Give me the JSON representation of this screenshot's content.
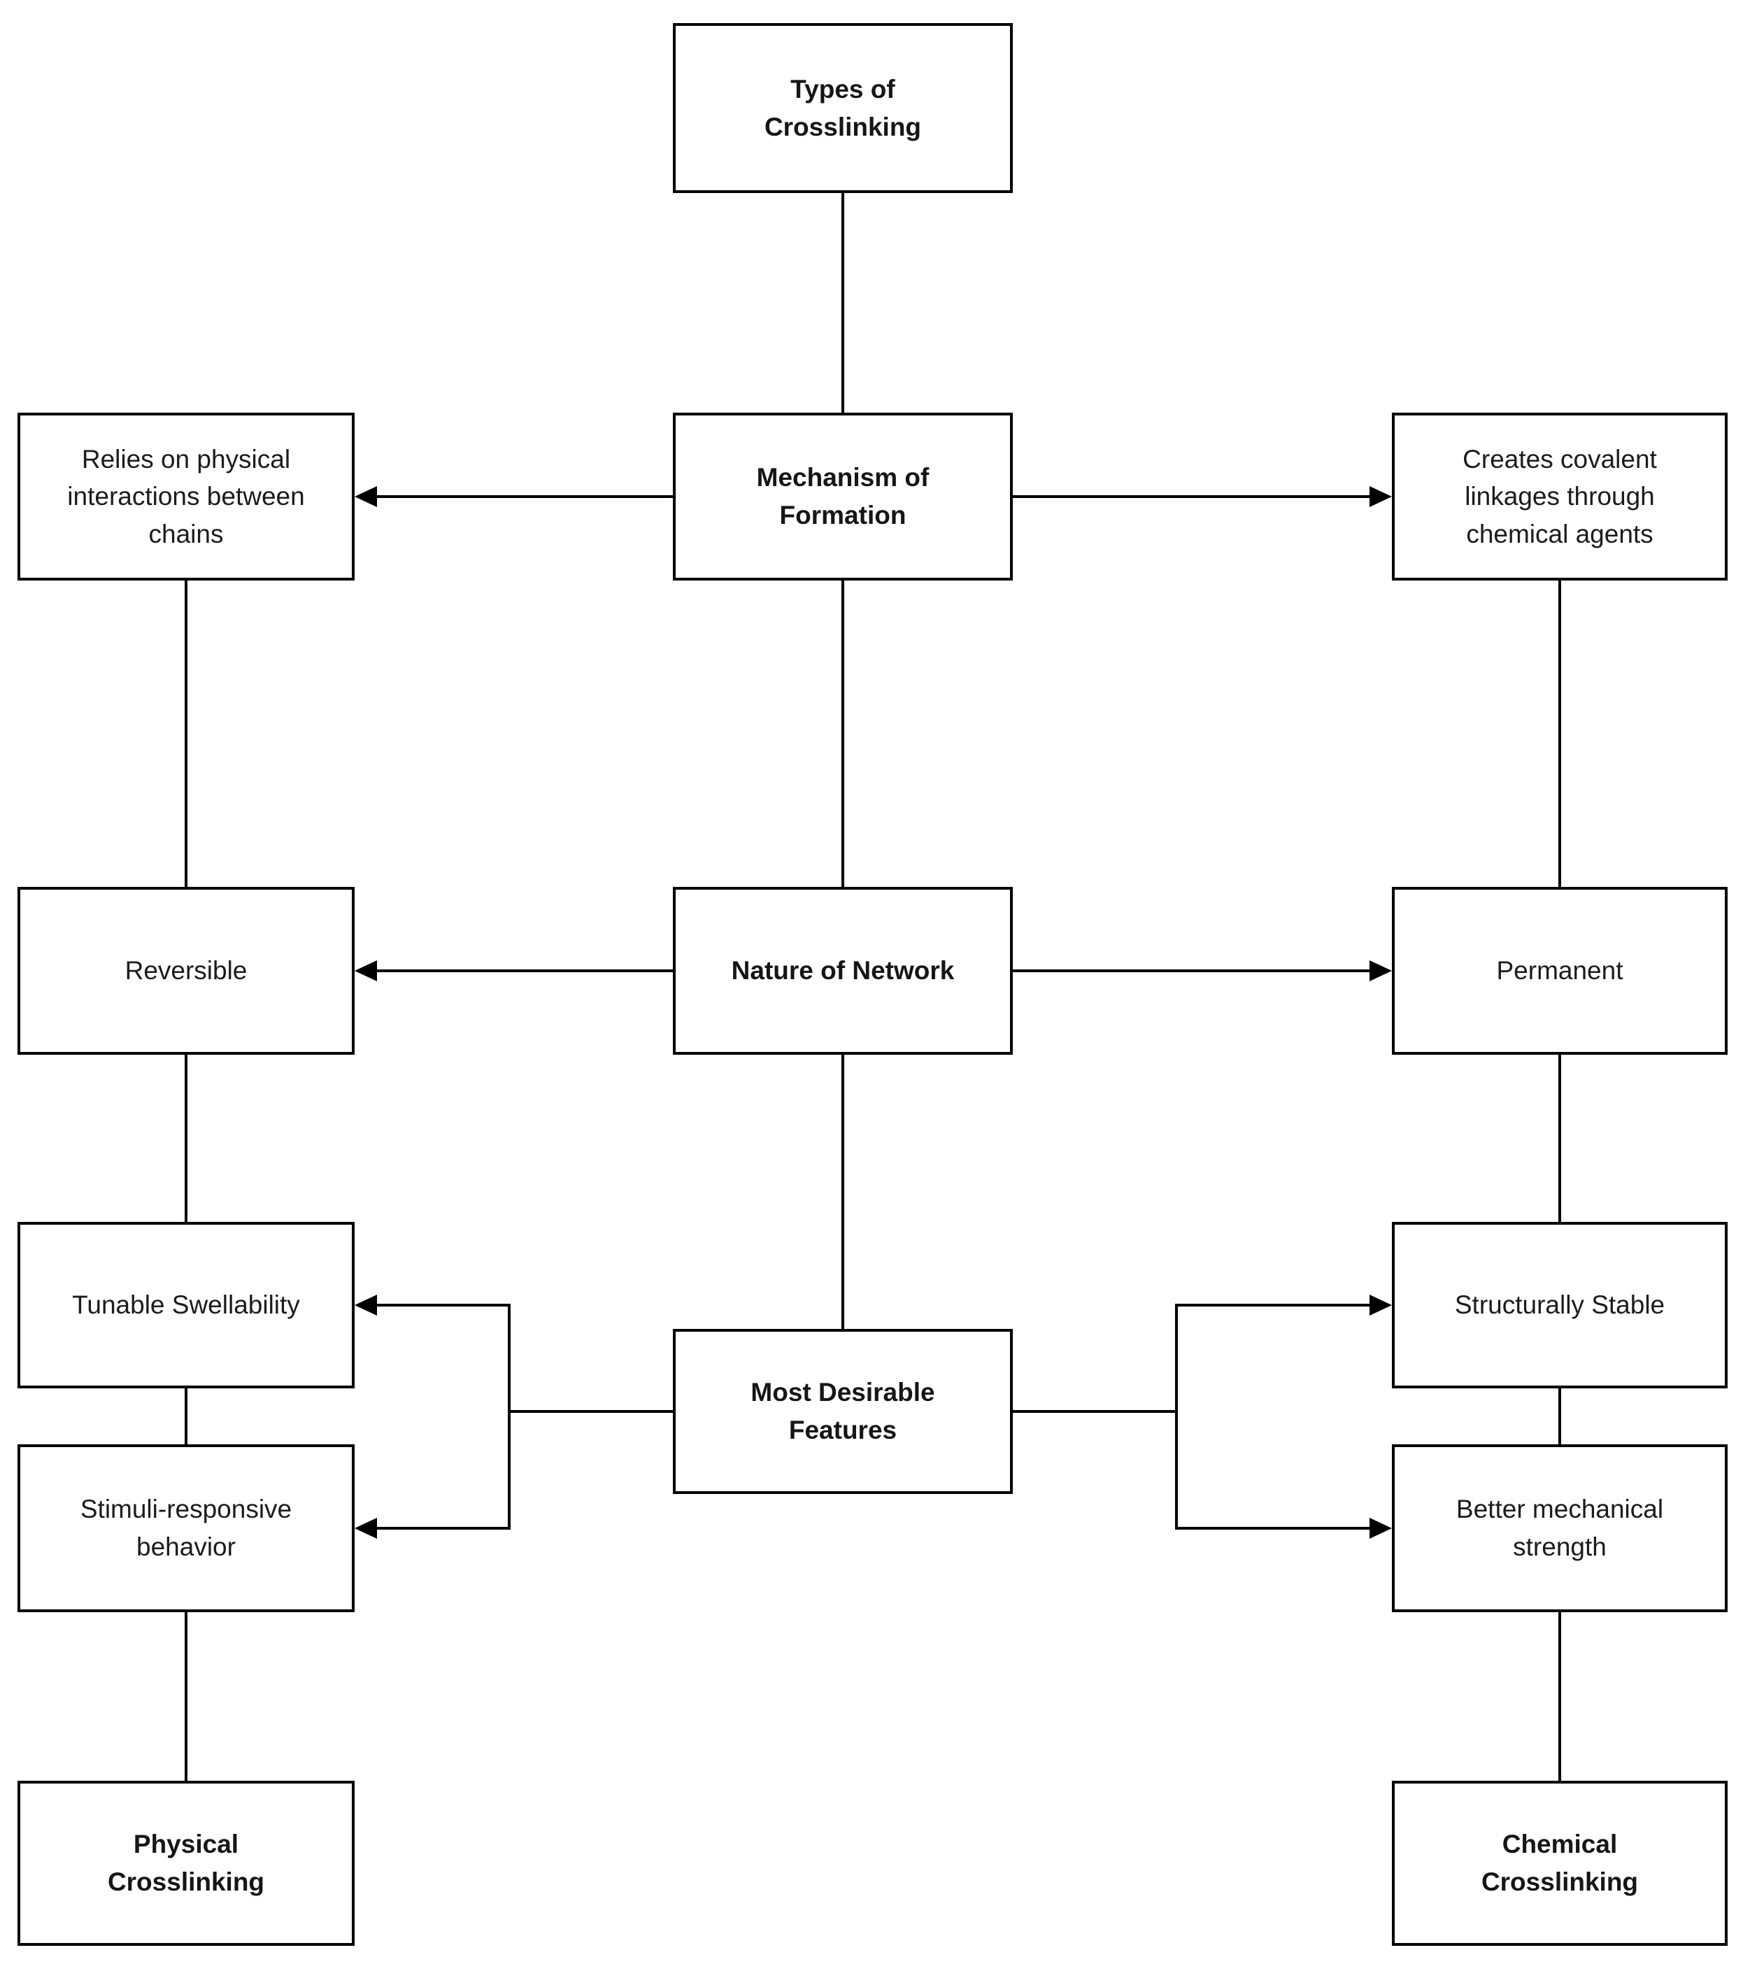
{
  "diagram": {
    "type": "flowchart",
    "background": "#ffffff",
    "line_color": "#000000",
    "text_color": "#1c1c1c"
  },
  "nodes": {
    "types": {
      "label": "Types of\nCrosslinking",
      "emphasis": "bold"
    },
    "mechanism": {
      "label": "Mechanism of\nFormation",
      "emphasis": "bold"
    },
    "relies": {
      "label": "Relies on physical\ninteractions between\nchains",
      "emphasis": "regular"
    },
    "creates": {
      "label": "Creates covalent\nlinkages through\nchemical agents",
      "emphasis": "regular"
    },
    "nature": {
      "label": "Nature of Network",
      "emphasis": "bold"
    },
    "reversible": {
      "label": "Reversible",
      "emphasis": "regular"
    },
    "permanent": {
      "label": "Permanent",
      "emphasis": "regular"
    },
    "mdf": {
      "label": "Most Desirable\nFeatures",
      "emphasis": "bold"
    },
    "tunable": {
      "label": "Tunable Swellability",
      "emphasis": "regular"
    },
    "stable": {
      "label": "Structurally Stable",
      "emphasis": "regular"
    },
    "stimuli": {
      "label": "Stimuli-responsive\nbehavior",
      "emphasis": "regular"
    },
    "better": {
      "label": "Better mechanical\nstrength",
      "emphasis": "regular"
    },
    "physical": {
      "label": "Physical\nCrosslinking",
      "emphasis": "bold"
    },
    "chemical": {
      "label": "Chemical\nCrosslinking",
      "emphasis": "bold"
    }
  },
  "edges": [
    {
      "from": "types",
      "to": "mechanism",
      "style": "line"
    },
    {
      "from": "mechanism",
      "to": "relies",
      "style": "arrow"
    },
    {
      "from": "mechanism",
      "to": "creates",
      "style": "arrow"
    },
    {
      "from": "mechanism",
      "to": "nature",
      "style": "line"
    },
    {
      "from": "nature",
      "to": "reversible",
      "style": "arrow"
    },
    {
      "from": "nature",
      "to": "permanent",
      "style": "arrow"
    },
    {
      "from": "nature",
      "to": "mdf",
      "style": "line"
    },
    {
      "from": "mdf",
      "to": "tunable",
      "style": "arrow"
    },
    {
      "from": "mdf",
      "to": "stimuli",
      "style": "arrow"
    },
    {
      "from": "mdf",
      "to": "stable",
      "style": "arrow"
    },
    {
      "from": "mdf",
      "to": "better",
      "style": "arrow"
    },
    {
      "from": "relies",
      "to": "reversible",
      "style": "line"
    },
    {
      "from": "reversible",
      "to": "tunable",
      "style": "line"
    },
    {
      "from": "tunable",
      "to": "stimuli",
      "style": "line"
    },
    {
      "from": "stimuli",
      "to": "physical",
      "style": "line"
    },
    {
      "from": "creates",
      "to": "permanent",
      "style": "line"
    },
    {
      "from": "permanent",
      "to": "stable",
      "style": "line"
    },
    {
      "from": "stable",
      "to": "better",
      "style": "line"
    },
    {
      "from": "better",
      "to": "chemical",
      "style": "line"
    }
  ]
}
